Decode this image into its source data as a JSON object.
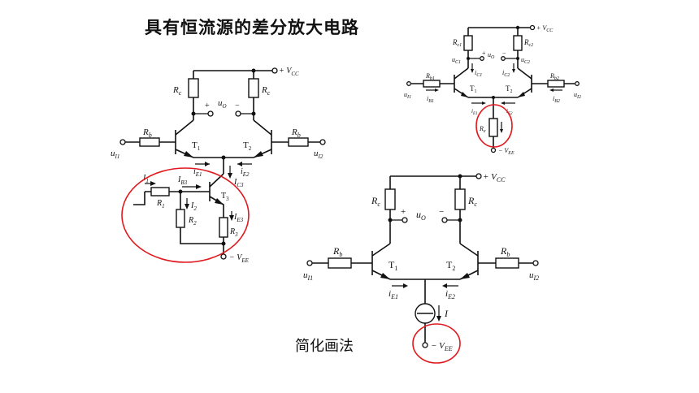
{
  "header": {
    "title": "具有恒流源的差分放大电路"
  },
  "footer": {
    "caption": "简化画法"
  },
  "left_circuit": {
    "vcc": "+ V",
    "vcc_sub": "CC",
    "rc_left": "R",
    "rc_left_sub": "c",
    "rc_right": "R",
    "rc_right_sub": "c",
    "uo": "u",
    "uo_sub": "O",
    "plus": "+",
    "minus": "−",
    "rb_left": "R",
    "rb_left_sub": "b",
    "rb_right": "R",
    "rb_right_sub": "b",
    "t1": "T",
    "t1_sub": "1",
    "t2": "T",
    "t2_sub": "2",
    "t3": "T",
    "t3_sub": "3",
    "ui1": "u",
    "ui1_sub": "I1",
    "ui2": "u",
    "ui2_sub": "I2",
    "ie1": "i",
    "ie1_sub": "E1",
    "ie2": "i",
    "ie2_sub": "E2",
    "ic3": "I",
    "ic3_sub": "C3",
    "i1": "I",
    "i1_sub": "1",
    "ib3": "I",
    "ib3_sub": "B3",
    "i2": "I",
    "i2_sub": "2",
    "ie3": "I",
    "ie3_sub": "E3",
    "r1": "R",
    "r1_sub": "1",
    "r2": "R",
    "r2_sub": "2",
    "r3": "R",
    "r3_sub": "3",
    "vee": "− V",
    "vee_sub": "EE"
  },
  "top_right_circuit": {
    "vcc": "+ V",
    "vcc_sub": "CC",
    "rc1": "R",
    "rc1_sub": "c1",
    "rc2": "R",
    "rc2_sub": "c2",
    "uc1": "u",
    "uc1_sub": "C1",
    "uc2": "u",
    "uc2_sub": "C2",
    "uo": "u",
    "uo_sub": "O",
    "plus": "+",
    "minus": "−",
    "ic1": "i",
    "ic1_sub": "C1",
    "ic2": "i",
    "ic2_sub": "C2",
    "rb1": "R",
    "rb1_sub": "b1",
    "rb2": "R",
    "rb2_sub": "b2",
    "t1": "T",
    "t1_sub": "1",
    "t2": "T",
    "t2_sub": "2",
    "ui1": "u",
    "ui1_sub": "I1",
    "ui2": "u",
    "ui2_sub": "I2",
    "ib1": "i",
    "ib1_sub": "B1",
    "ib2": "i",
    "ib2_sub": "B2",
    "ie1": "i",
    "ie1_sub": "E1",
    "ie2": "i",
    "ie2_sub": "E2",
    "re": "R",
    "re_sub": "e",
    "vee": "− V",
    "vee_sub": "EE"
  },
  "bottom_right_circuit": {
    "vcc": "+ V",
    "vcc_sub": "CC",
    "rc_left": "R",
    "rc_left_sub": "c",
    "rc_right": "R",
    "rc_right_sub": "c",
    "uo": "u",
    "uo_sub": "O",
    "plus": "+",
    "minus": "−",
    "rb_left": "R",
    "rb_left_sub": "b",
    "rb_right": "R",
    "rb_right_sub": "b",
    "t1": "T",
    "t1_sub": "1",
    "t2": "T",
    "t2_sub": "2",
    "ui1": "u",
    "ui1_sub": "I1",
    "ui2": "u",
    "ui2_sub": "I2",
    "ie1": "i",
    "ie1_sub": "E1",
    "ie2": "i",
    "ie2_sub": "E2",
    "i": "I",
    "vee": "− V",
    "vee_sub": "EE"
  },
  "colors": {
    "highlight": "#e0191e",
    "ink": "#111111"
  }
}
